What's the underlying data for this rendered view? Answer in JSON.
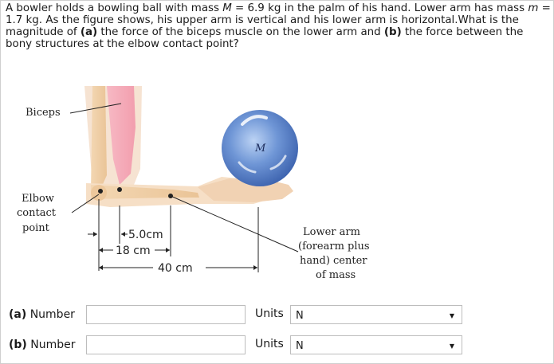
{
  "question": {
    "intro": "A bowler holds a bowling ball with mass ",
    "M_sym": "M",
    "mid1": " = 6.9 kg in the palm of his hand. Lower arm has mass ",
    "m_sym": "m",
    "mid2": " = 1.7 kg. As the figure shows, his upper arm is vertical and his lower arm is horizontal.What is the magnitude of ",
    "part_a_tag": "(a)",
    "mid3": " the force of the biceps muscle on the lower arm and ",
    "part_b_tag": "(b)",
    "tail": " the force between the bony structures at the elbow contact point?"
  },
  "figure": {
    "biceps_label": "Biceps",
    "elbow_label_1": "Elbow",
    "elbow_label_2": "contact",
    "elbow_label_3": "point",
    "ball_label": "M",
    "dim_small": "5.0cm",
    "dim_mid": "18 cm",
    "dim_large": "40 cm",
    "lower_arm_1": "Lower arm",
    "lower_arm_2": "(forearm plus",
    "lower_arm_3": "hand) center",
    "lower_arm_4": "of mass"
  },
  "answers": {
    "a": {
      "tag": "(a)",
      "label": "Number",
      "value": "",
      "units_label": "Units",
      "unit": "N"
    },
    "b": {
      "tag": "(b)",
      "label": "Number",
      "value": "",
      "units_label": "Units",
      "unit": "N"
    }
  }
}
